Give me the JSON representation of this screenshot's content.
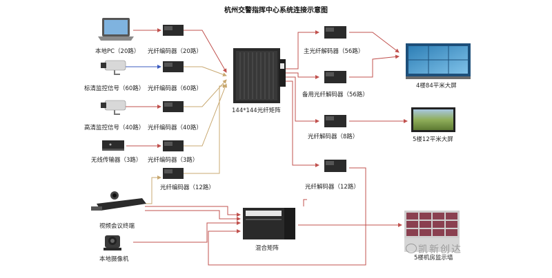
{
  "diagram": {
    "title": "杭州交警指挥中心系统连接示意图",
    "nodes": {
      "local_pc": "本地PC（20路）",
      "enc_20": "光纤编码器（20路）",
      "sd_signal": "标清监控信号（60路）",
      "enc_60": "光纤编码器（60路）",
      "hd_signal": "高清监控信号（40路）",
      "enc_40": "光纤编码器（40路）",
      "wireless": "无线传输器（3路）",
      "enc_3": "光纤编码器（3路）",
      "enc_12": "光纤编码器（12路）",
      "matrix": "144*144光纤矩阵",
      "dec_main": "主光纤解码器（56路）",
      "dec_backup": "备用光纤解码器（56路）",
      "dec_8": "光纤解码器（8路）",
      "dec_12": "光纤解码器（12路）",
      "screen_84": "4楼84平米大屏",
      "screen_12": "5楼12平米大屏",
      "video_conf": "视频会议终端",
      "camera": "本地摄像机",
      "hybrid_matrix": "混合矩阵",
      "monitor_wall": "5楼机房监示墙"
    },
    "watermark": "凯新创达",
    "colors": {
      "link_red": "#c0504d",
      "link_tan": "#c8a870",
      "link_blue": "#3b5bbf",
      "device_dark": "#2b2b2b"
    }
  }
}
